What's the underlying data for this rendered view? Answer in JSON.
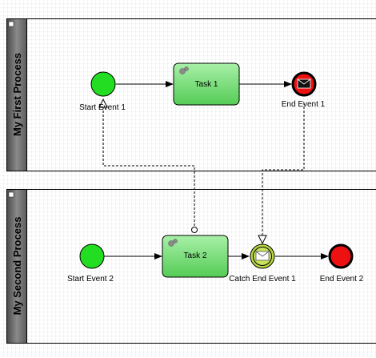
{
  "diagram": {
    "pools": [
      {
        "id": "pool1",
        "title": "My First Process"
      },
      {
        "id": "pool2",
        "title": "My Second Process"
      }
    ],
    "nodes": {
      "start1": {
        "label": "Start Event 1"
      },
      "task1": {
        "label": "Task 1"
      },
      "end1": {
        "label": "End Event 1"
      },
      "start2": {
        "label": "Start Event 2"
      },
      "task2": {
        "label": "Task 2"
      },
      "catch1": {
        "label": "Catch End Event 1"
      },
      "end2": {
        "label": "End Event 2"
      }
    },
    "colors": {
      "start_fill": "#22dd22",
      "task_fill": "#77dd77",
      "end_fill": "#ee1111",
      "catch_fill": "#b5d843",
      "lane_header": "#666666",
      "grid": "#c8c8c8"
    }
  }
}
